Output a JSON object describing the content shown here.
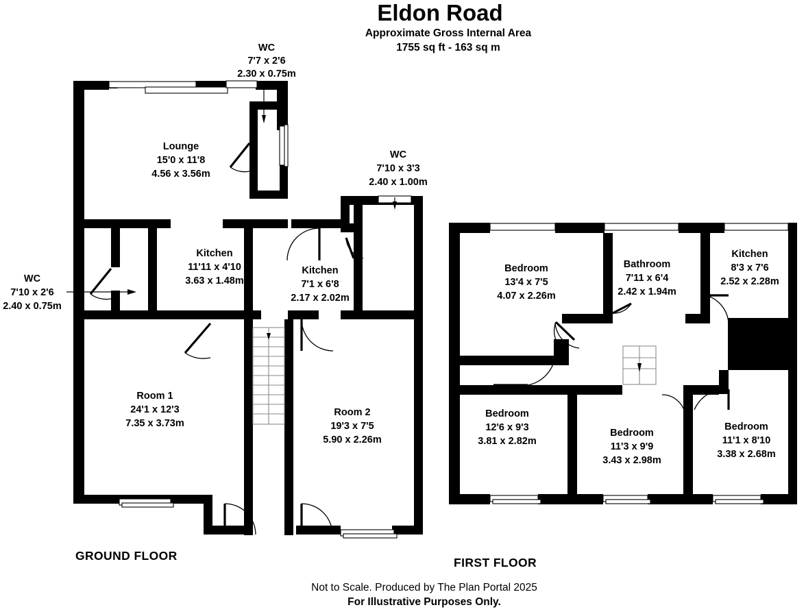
{
  "header": {
    "title": "Eldon Road",
    "subtitle_line1": "Approximate Gross Internal Area",
    "subtitle_line2": "1755 sq ft - 163 sq m"
  },
  "footer": {
    "line1": "Not to Scale. Produced by The Plan Portal 2025",
    "line2": "For Illustrative Purposes Only."
  },
  "floors": [
    {
      "id": "ground",
      "label": "GROUND FLOOR"
    },
    {
      "id": "first",
      "label": "FIRST FLOOR"
    }
  ],
  "ground_floor": {
    "label": "GROUND FLOOR",
    "rooms": [
      {
        "name": "WC",
        "imperial": "7'7 x 2'6",
        "metric": "2.30 x 0.75m"
      },
      {
        "name": "Lounge",
        "imperial": "15'0 x 11'8",
        "metric": "4.56 x 3.56m"
      },
      {
        "name": "WC",
        "imperial": "7'10 x 3'3",
        "metric": "2.40 x 1.00m"
      },
      {
        "name": "WC",
        "imperial": "7'10 x 2'6",
        "metric": "2.40 x 0.75m"
      },
      {
        "name": "Kitchen",
        "imperial": "11'11 x 4'10",
        "metric": "3.63 x 1.48m"
      },
      {
        "name": "Kitchen",
        "imperial": "7'1 x 6'8",
        "metric": "2.17 x 2.02m"
      },
      {
        "name": "Room 1",
        "imperial": "24'1 x 12'3",
        "metric": "7.35 x 3.73m"
      },
      {
        "name": "Room 2",
        "imperial": "19'3 x 7'5",
        "metric": "5.90 x 2.26m"
      }
    ]
  },
  "first_floor": {
    "label": "FIRST FLOOR",
    "rooms": [
      {
        "name": "Bedroom",
        "imperial": "13'4 x 7'5",
        "metric": "4.07 x 2.26m"
      },
      {
        "name": "Bathroom",
        "imperial": "7'11 x 6'4",
        "metric": "2.42 x 1.94m"
      },
      {
        "name": "Kitchen",
        "imperial": "8'3 x 7'6",
        "metric": "2.52 x 2.28m"
      },
      {
        "name": "Bedroom",
        "imperial": "12'6 x 9'3",
        "metric": "3.81 x 2.82m"
      },
      {
        "name": "Bedroom",
        "imperial": "11'3 x 9'9",
        "metric": "3.43 x 2.98m"
      },
      {
        "name": "Bedroom",
        "imperial": "11'1 x 8'10",
        "metric": "3.38 x 2.68m"
      }
    ]
  },
  "colors": {
    "wall": "#000000",
    "background": "#ffffff",
    "stair": "#8a8a8a",
    "text": "#000000"
  }
}
